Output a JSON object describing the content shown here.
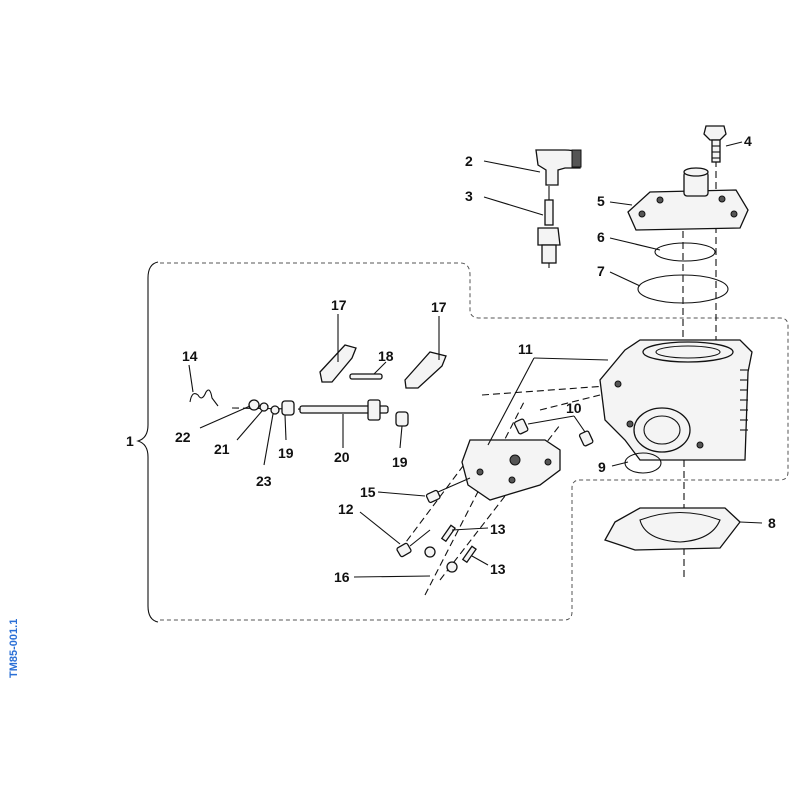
{
  "drawing_code": "TM85-001.1",
  "callouts": {
    "c1": "1",
    "c2": "2",
    "c3": "3",
    "c4": "4",
    "c5": "5",
    "c6": "6",
    "c7": "7",
    "c8": "8",
    "c9": "9",
    "c10": "10",
    "c11": "11",
    "c12": "12",
    "c13a": "13",
    "c13b": "13",
    "c14": "14",
    "c15": "15",
    "c16": "16",
    "c17a": "17",
    "c17b": "17",
    "c18": "18",
    "c19a": "19",
    "c19b": "19",
    "c20": "20",
    "c21": "21",
    "c22": "22",
    "c23": "23"
  }
}
